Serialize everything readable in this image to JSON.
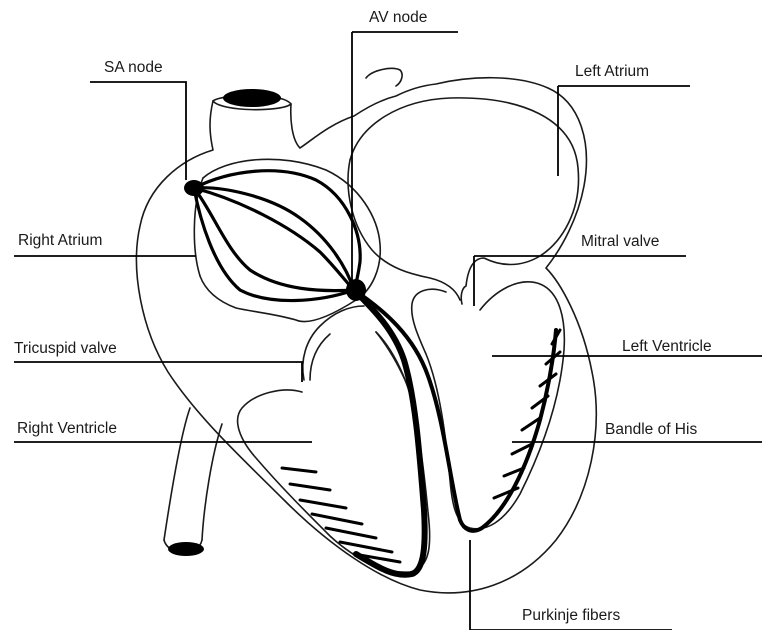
{
  "labels": {
    "av_node": "AV node",
    "sa_node": "SA node",
    "left_atrium": "Left Atrium",
    "right_atrium": "Right Atrium",
    "mitral_valve": "Mitral valve",
    "tricuspid_valve": "Tricuspid valve",
    "left_ventricle": "Left Ventricle",
    "right_ventricle": "Right Ventricle",
    "bandle_of_his": "Bandle of His",
    "purkinje_fibers": "Purkinje fibers"
  },
  "colors": {
    "ink": "#000000",
    "background": "#ffffff"
  }
}
